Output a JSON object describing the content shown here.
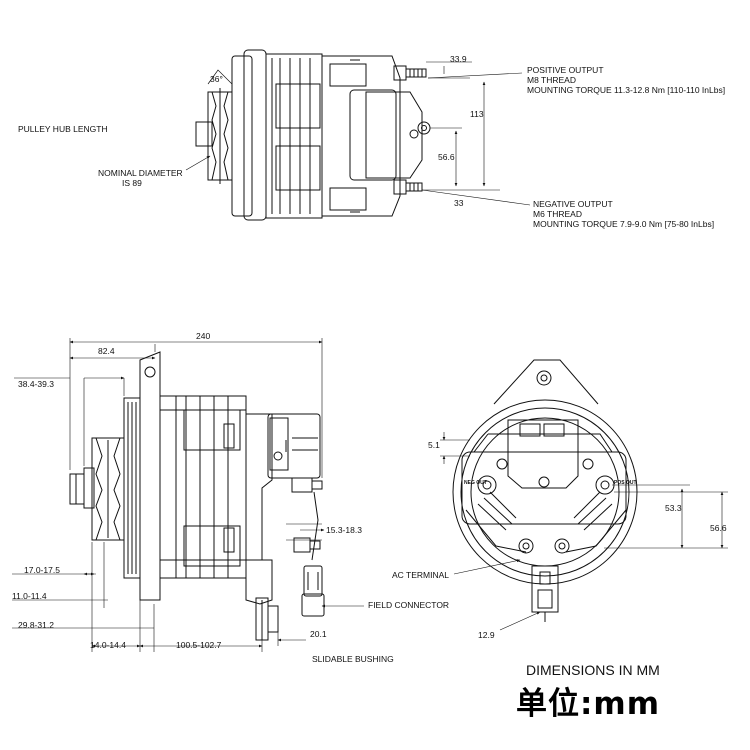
{
  "top_view": {
    "angle_label": "36°",
    "dim_top_right": "33.9",
    "dim_113": "113",
    "dim_56_6": "56.6",
    "dim_33": "33",
    "pulley_hub_label": "PULLEY HUB LENGTH",
    "nominal_label_1": "NOMINAL DIAMETER",
    "nominal_label_2": "IS 89",
    "positive": {
      "line1": "POSITIVE OUTPUT",
      "line2": "M8 THREAD",
      "line3": "MOUNTING TORQUE 11.3-12.8 Nm [110-110 InLbs]"
    },
    "negative": {
      "line1": "NEGATIVE OUTPUT",
      "line2": "M6 THREAD",
      "line3": "MOUNTING TORQUE 7.9-9.0 Nm [75-80 InLbs]"
    }
  },
  "side_view": {
    "dim_240": "240",
    "dim_82_4": "82.4",
    "dim_38": "38.4-39.3",
    "dim_15": "15.3-18.3",
    "dim_17": "17.0-17.5",
    "dim_11": "11.0-11.4",
    "dim_29": "29.8-31.2",
    "dim_14": "14.0-14.4",
    "dim_100": "100.5-102.7",
    "dim_20": "20.1",
    "field_connector": "FIELD CONNECTOR",
    "slidable_bushing": "SLIDABLE BUSHING"
  },
  "front_view": {
    "dim_5_1": "5.1",
    "dim_53_3": "53.3",
    "dim_56_6": "56.6",
    "dim_12_9": "12.9",
    "ac_terminal": "AC TERMINAL",
    "neg_out": "NEG OUT",
    "pos_out": "POS OUT"
  },
  "footer": {
    "dimensions_note": "DIMENSIONS IN MM",
    "unit_note": "单位:mm"
  }
}
